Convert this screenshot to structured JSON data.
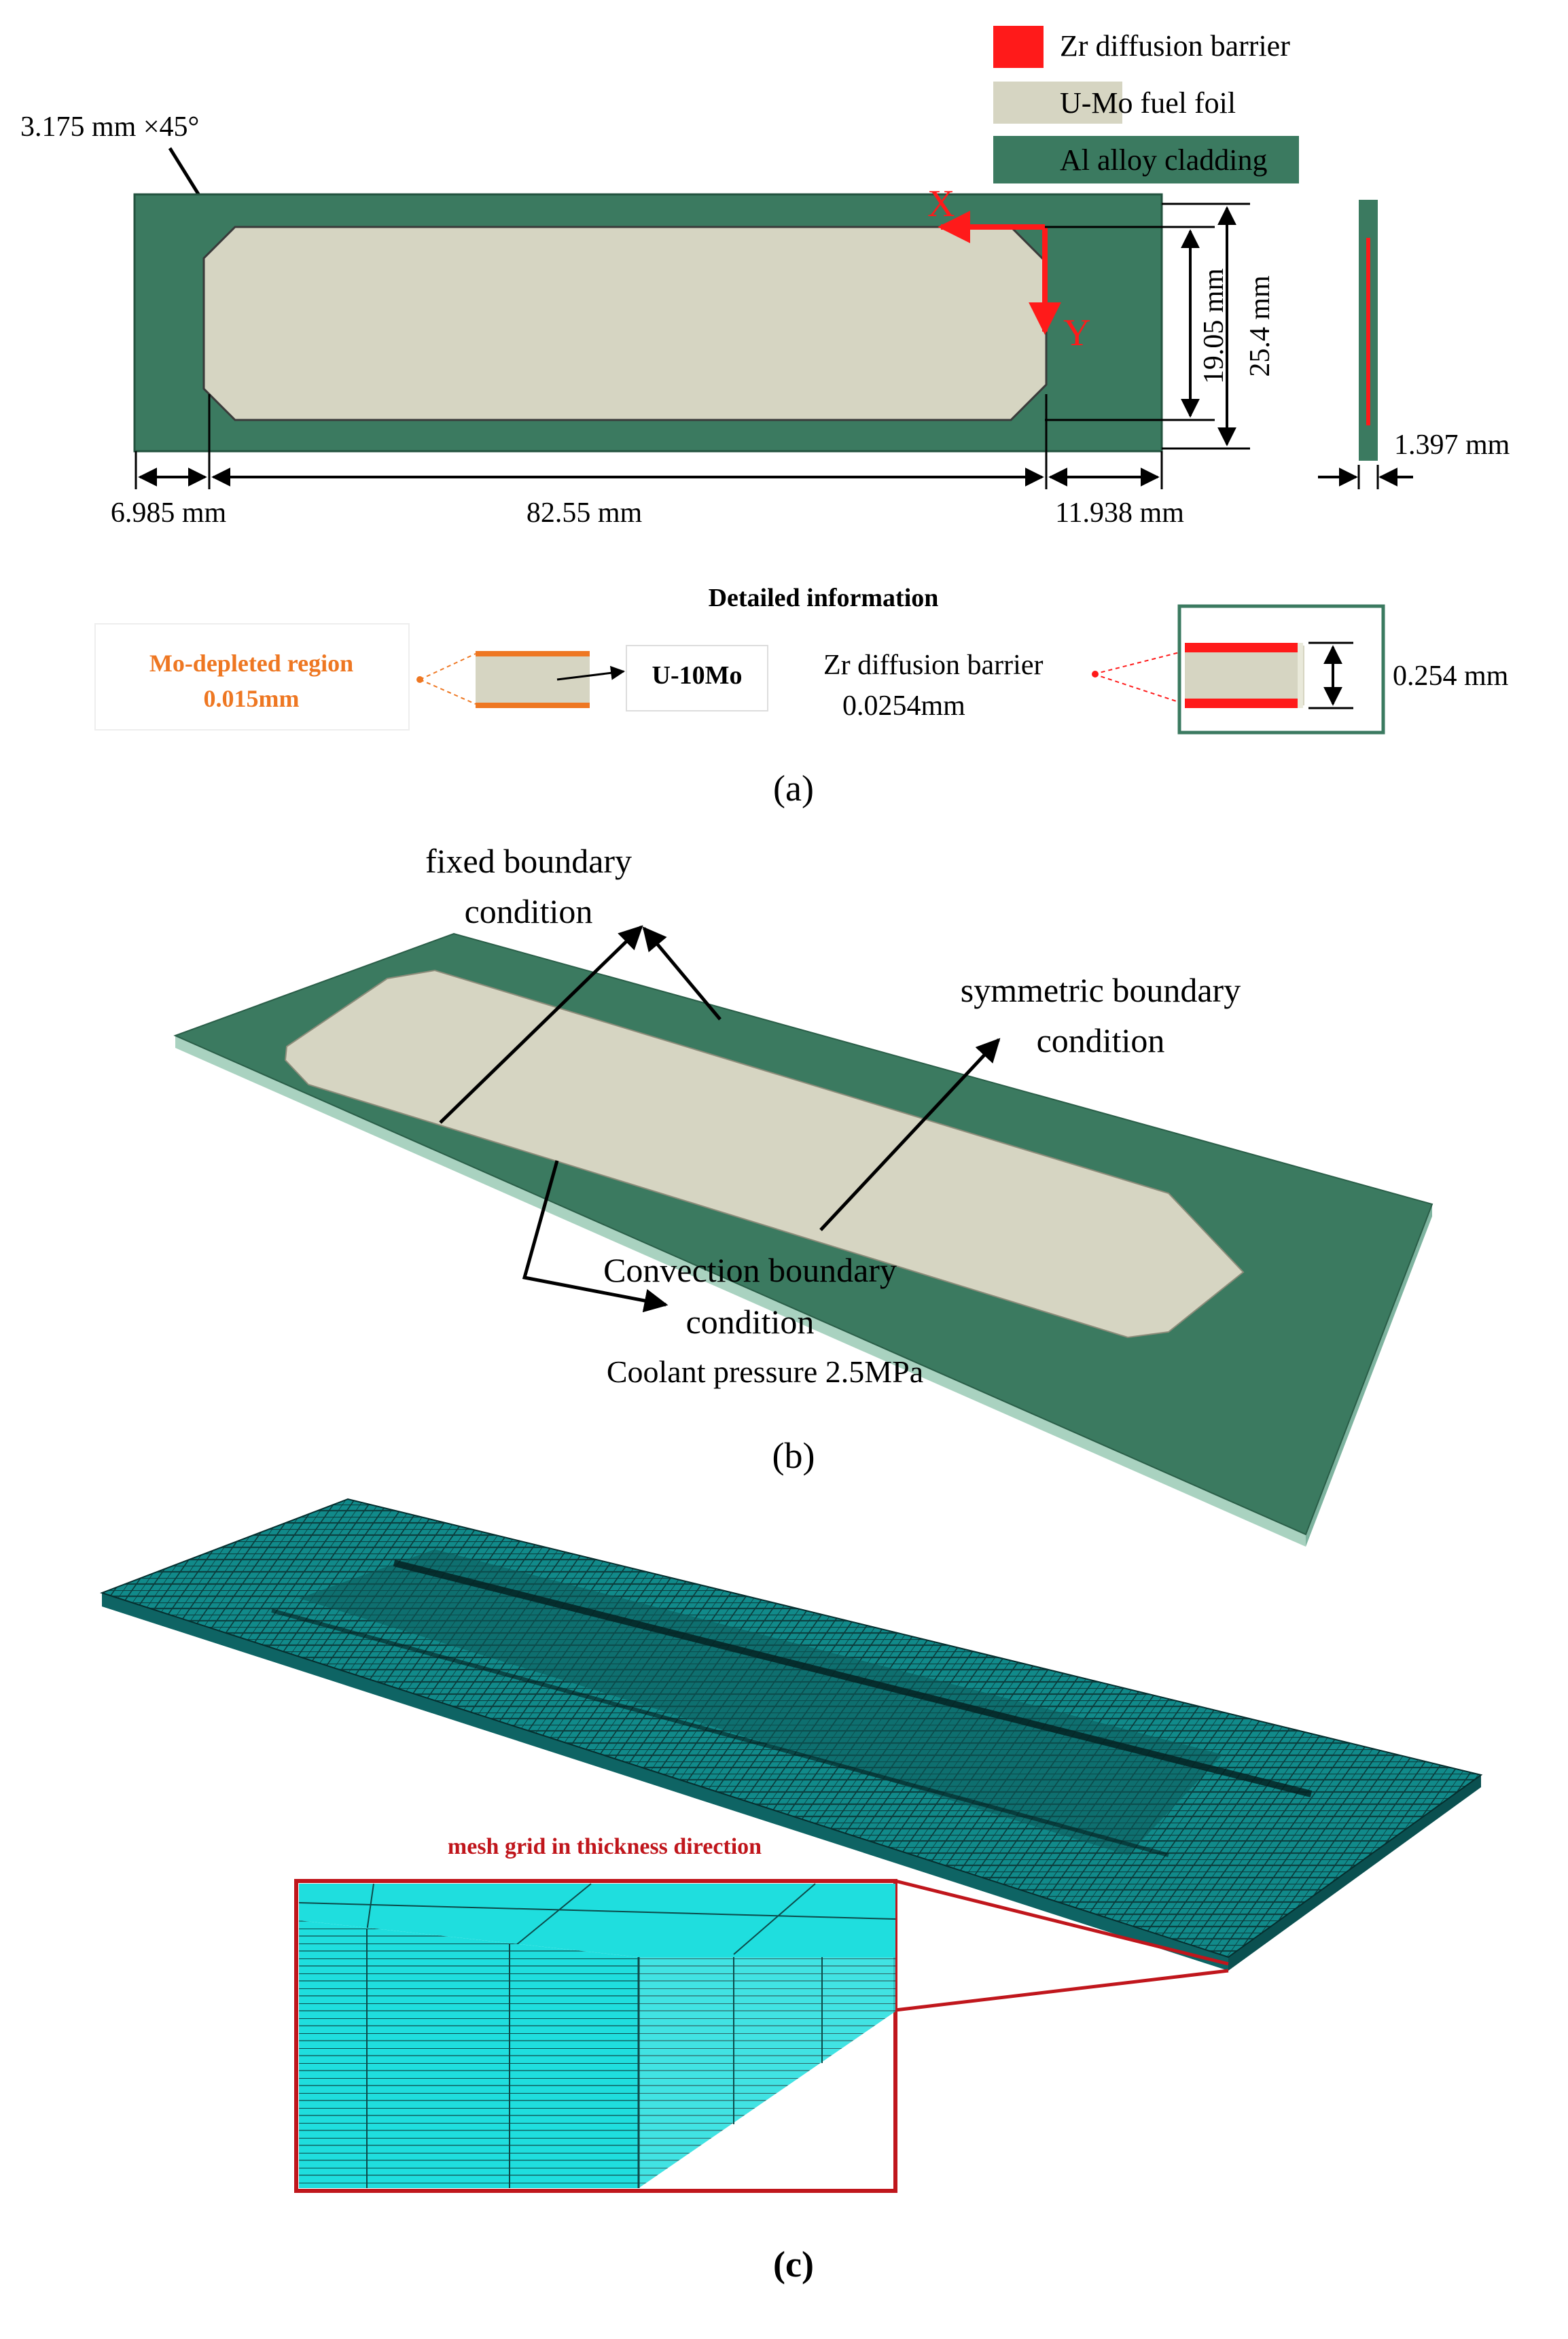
{
  "legend": {
    "items": [
      {
        "label": "Zr diffusion barrier",
        "color": "#ff1a1a"
      },
      {
        "label": "U-Mo fuel foil",
        "color": "#d6d5c2"
      },
      {
        "label": "Al alloy cladding",
        "color": "#3b7a60"
      }
    ]
  },
  "panel_a": {
    "chamfer_label": "3.175 mm ×45°",
    "axis_x": "X",
    "axis_y": "Y",
    "dim_foil_width": "19.05 mm",
    "dim_plate_width": "25.4 mm",
    "dim_left_margin": "6.985 mm",
    "dim_foil_length": "82.55 mm",
    "dim_right_margin": "11.938 mm",
    "dim_thickness": "1.397 mm",
    "detail_title": "Detailed information",
    "mo_depleted_label": "Mo-depleted region",
    "mo_depleted_value": "0.015mm",
    "u10mo_label": "U-10Mo",
    "zr_barrier_label": "Zr diffusion barrier",
    "zr_barrier_value": "0.0254mm",
    "foil_thickness": "0.254 mm",
    "caption": "(a)"
  },
  "panel_b": {
    "fixed_line1": "fixed boundary",
    "fixed_line2": "condition",
    "symmetric_line1": "symmetric boundary",
    "symmetric_line2": "condition",
    "convection_line1": "Convection boundary",
    "convection_line2": "condition",
    "coolant": "Coolant pressure 2.5MPa",
    "caption": "(b)"
  },
  "panel_c": {
    "mesh_label": "mesh grid in thickness direction",
    "caption": "(c)"
  },
  "colors": {
    "cladding": "#3b7a60",
    "foil": "#d6d5c2",
    "barrier": "#ff1a1a",
    "mo_depleted": "#ee7722",
    "mesh": "#18d6d6",
    "highlight": "#c0161c"
  }
}
